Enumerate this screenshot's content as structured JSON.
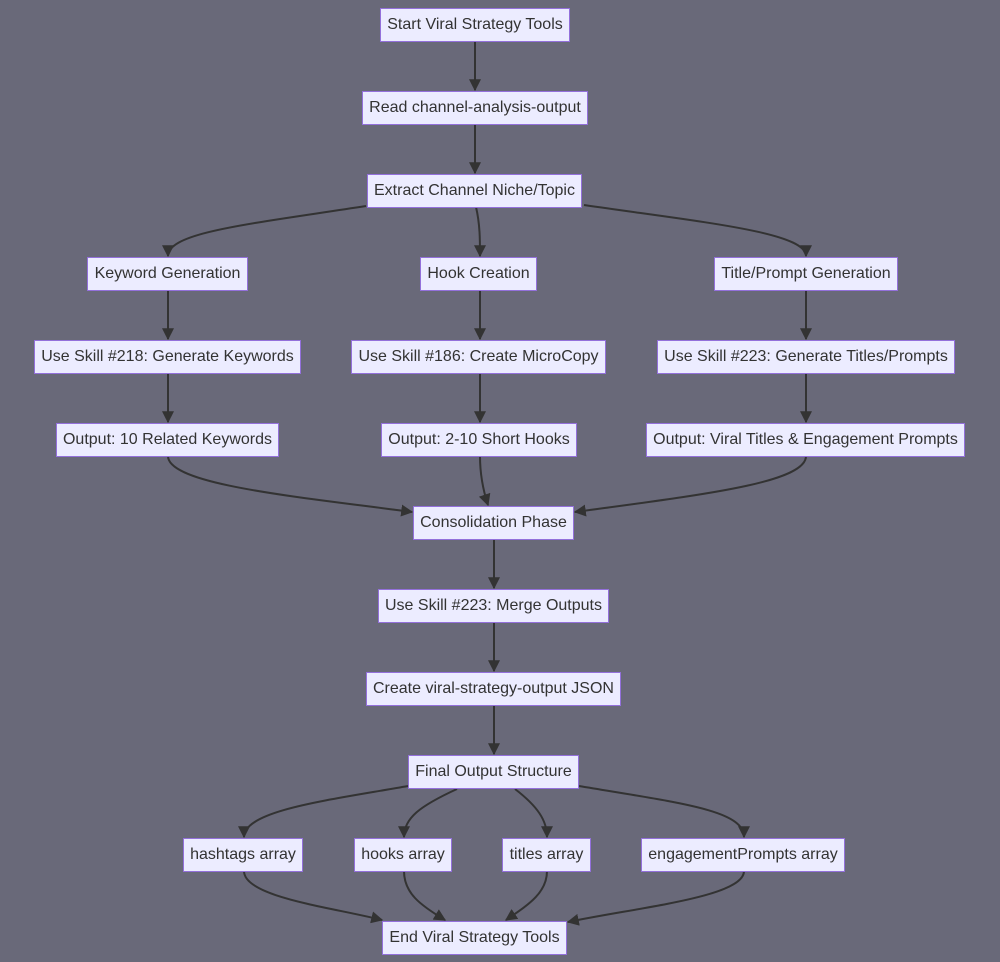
{
  "diagram": {
    "type": "flowchart",
    "nodes": [
      {
        "id": "start",
        "label": "Start Viral Strategy Tools"
      },
      {
        "id": "read",
        "label": "Read channel-analysis-output"
      },
      {
        "id": "extract",
        "label": "Extract Channel Niche/Topic"
      },
      {
        "id": "keyword",
        "label": "Keyword Generation"
      },
      {
        "id": "hook",
        "label": "Hook Creation"
      },
      {
        "id": "title",
        "label": "Title/Prompt Generation"
      },
      {
        "id": "skill218",
        "label": "Use Skill #218: Generate Keywords"
      },
      {
        "id": "skill186",
        "label": "Use Skill #186: Create MicroCopy"
      },
      {
        "id": "skill223a",
        "label": "Use Skill #223: Generate Titles/Prompts"
      },
      {
        "id": "outKeywords",
        "label": "Output: 10 Related Keywords"
      },
      {
        "id": "outHooks",
        "label": "Output: 2-10 Short Hooks"
      },
      {
        "id": "outTitles",
        "label": "Output: Viral Titles & Engagement Prompts"
      },
      {
        "id": "consolidation",
        "label": "Consolidation Phase"
      },
      {
        "id": "merge",
        "label": "Use Skill #223: Merge Outputs"
      },
      {
        "id": "createJson",
        "label": "Create viral-strategy-output JSON"
      },
      {
        "id": "final",
        "label": "Final Output Structure"
      },
      {
        "id": "hashtags",
        "label": "hashtags array"
      },
      {
        "id": "hooksArr",
        "label": "hooks array"
      },
      {
        "id": "titlesArr",
        "label": "titles array"
      },
      {
        "id": "engagement",
        "label": "engagementPrompts array"
      },
      {
        "id": "end",
        "label": "End Viral Strategy Tools"
      }
    ],
    "edges": [
      {
        "from": "start",
        "to": "read"
      },
      {
        "from": "read",
        "to": "extract"
      },
      {
        "from": "extract",
        "to": "keyword"
      },
      {
        "from": "extract",
        "to": "hook"
      },
      {
        "from": "extract",
        "to": "title"
      },
      {
        "from": "keyword",
        "to": "skill218"
      },
      {
        "from": "hook",
        "to": "skill186"
      },
      {
        "from": "title",
        "to": "skill223a"
      },
      {
        "from": "skill218",
        "to": "outKeywords"
      },
      {
        "from": "skill186",
        "to": "outHooks"
      },
      {
        "from": "skill223a",
        "to": "outTitles"
      },
      {
        "from": "outKeywords",
        "to": "consolidation"
      },
      {
        "from": "outHooks",
        "to": "consolidation"
      },
      {
        "from": "outTitles",
        "to": "consolidation"
      },
      {
        "from": "consolidation",
        "to": "merge"
      },
      {
        "from": "merge",
        "to": "createJson"
      },
      {
        "from": "createJson",
        "to": "final"
      },
      {
        "from": "final",
        "to": "hashtags"
      },
      {
        "from": "final",
        "to": "hooksArr"
      },
      {
        "from": "final",
        "to": "titlesArr"
      },
      {
        "from": "final",
        "to": "engagement"
      },
      {
        "from": "hashtags",
        "to": "end"
      },
      {
        "from": "hooksArr",
        "to": "end"
      },
      {
        "from": "titlesArr",
        "to": "end"
      },
      {
        "from": "engagement",
        "to": "end"
      }
    ]
  },
  "colors": {
    "background": "#696979",
    "node_fill": "#ECECFF",
    "node_border": "#9370DB",
    "text": "#333333",
    "edge": "#333333"
  }
}
